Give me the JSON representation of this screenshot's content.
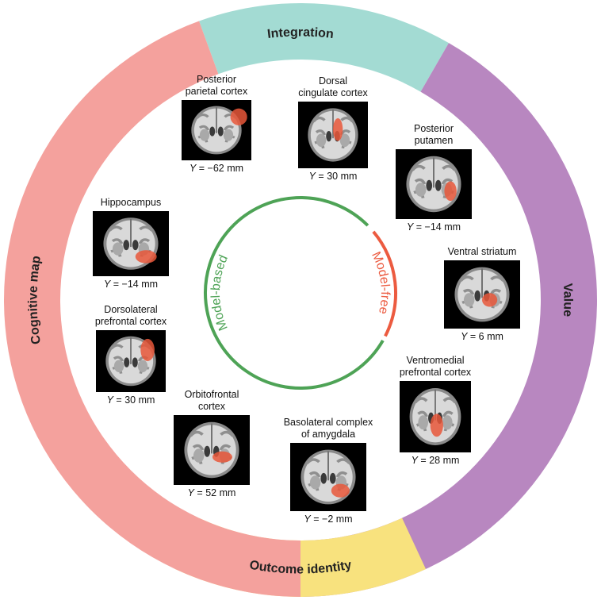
{
  "outer_ring": {
    "segments": [
      {
        "label": "Integration",
        "color": "#a3dbd3"
      },
      {
        "label": "Value",
        "color": "#b887c0"
      },
      {
        "label": "Outcome identity",
        "color": "#f8e27e"
      },
      {
        "label": "Cognitive map",
        "color": "#f4a19d"
      }
    ]
  },
  "inner_ring": {
    "model_based": {
      "label": "Model-based",
      "color": "#4ea356"
    },
    "model_free": {
      "label": "Model-free",
      "color": "#ec5b40"
    }
  },
  "highlight_color": "#e8573a",
  "regions": [
    {
      "name": "Posterior\nparietal cortex",
      "axis": "Y",
      "value": "= −62 mm"
    },
    {
      "name": "Dorsal\ncingulate cortex",
      "axis": "Y",
      "value": "= 30 mm"
    },
    {
      "name": "Posterior\nputamen",
      "axis": "Y",
      "value": "= −14 mm"
    },
    {
      "name": "Hippocampus",
      "axis": "Y",
      "value": "= −14 mm"
    },
    {
      "name": "Ventral striatum",
      "axis": "Y",
      "value": "= 6 mm"
    },
    {
      "name": "Dorsolateral\nprefrontal cortex",
      "axis": "Y",
      "value": "= 30 mm"
    },
    {
      "name": "Ventromedial\nprefrontal cortex",
      "axis": "Y",
      "value": "= 28 mm"
    },
    {
      "name": "Orbitofrontal\ncortex",
      "axis": "Y",
      "value": "= 52 mm"
    },
    {
      "name": "Basolateral complex\nof amygdala",
      "axis": "Y",
      "value": "= −2 mm"
    }
  ]
}
